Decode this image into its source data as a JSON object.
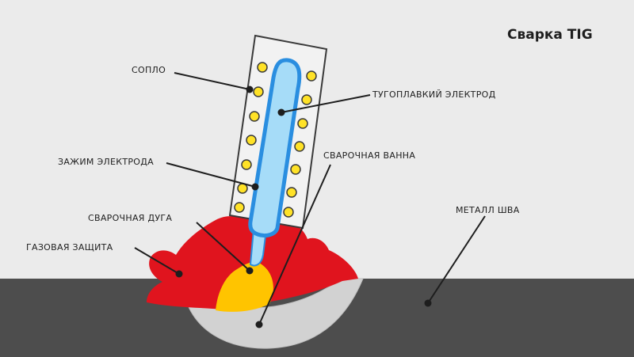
{
  "title": "Сварка TIG",
  "labels": {
    "nozzle": "СОПЛО",
    "tungsten_electrode": "ТУГОПЛАВКИЙ ЭЛЕКТРОД",
    "electrode_clamp": "ЗАЖИМ ЭЛЕКТРОДА",
    "weld_pool": "СВАРОЧНАЯ ВАННА",
    "welding_arc": "СВАРОЧНАЯ ДУГА",
    "weld_metal": "МЕТАЛЛ ШВА",
    "gas_shield": "ГАЗОВАЯ ЗАЩИТА"
  },
  "colors": {
    "background": "#ebebeb",
    "base_metal": "#4d4d4d",
    "weld_bead": "#d2d2d2",
    "gas_cloud": "#e0141e",
    "arc": "#ffc400",
    "electrode_outline": "#2a8ee0",
    "electrode_fill": "#a6dcf8",
    "gas_holes": "#ffe227",
    "nozzle_fill": "#f2f2f2"
  }
}
